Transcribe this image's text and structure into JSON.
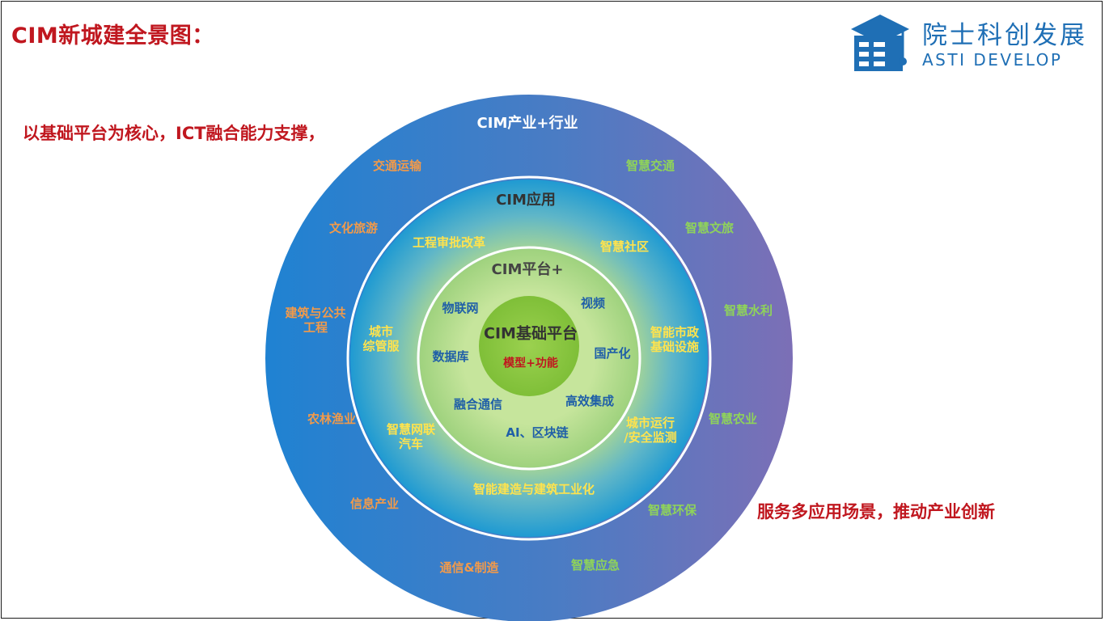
{
  "slide": {
    "title": "CIM新城建全景图：",
    "tagline_left": "以基础平台为核心，ICT融合能力支撑，",
    "tagline_right": "服务多应用场景，推动产业创新"
  },
  "logo": {
    "name_cn": "院士科创发展",
    "name_en": "ASTI  DEVELOP",
    "icon": "graduation-cap-building-icon",
    "color": "#1f6fb5"
  },
  "diagram": {
    "outer_ring": {
      "title": "CIM产业+行业",
      "left_items": [
        "交通运输",
        "文化旅游",
        "建筑与公共\n工程",
        "农林渔业",
        "信息产业",
        "通信&制造"
      ],
      "right_items": [
        "智慧交通",
        "智慧文旅",
        "智慧水利",
        "智慧农业",
        "智慧环保",
        "智慧应急"
      ],
      "colors": {
        "left": "#1f82d2",
        "right": "#7c6fb6",
        "left_text": "#f29a4a",
        "right_text": "#8fd35a"
      }
    },
    "app_ring": {
      "title": "CIM应用",
      "items": [
        "工程审批改革",
        "智慧社区",
        "城市\n综管服",
        "智能市政\n基础设施",
        "智慧网联\n汽车",
        "城市运行\n/安全监测",
        "智能建造与建筑工业化"
      ],
      "color": "#1f9ad2"
    },
    "platform_ring": {
      "title": "CIM平台+",
      "items": [
        "物联网",
        "视频",
        "数据库",
        "国产化",
        "融合通信",
        "高效集成",
        "AI、区块链"
      ]
    },
    "core": {
      "title": "CIM基础平台",
      "subtitle": "模型+功能",
      "color": "#8dc63f"
    }
  }
}
